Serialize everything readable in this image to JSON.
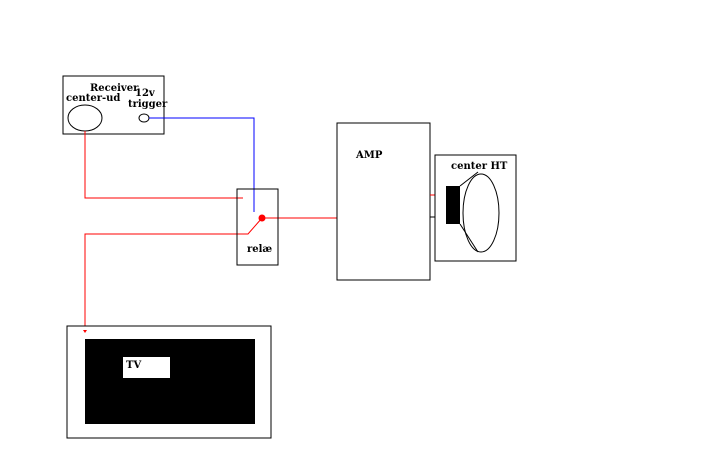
{
  "receiver": {
    "title": "Receiver",
    "center_out": "center-ud",
    "volt": "12v",
    "trigger": "trigger"
  },
  "relay": {
    "label": "relæ"
  },
  "amp": {
    "label": "AMP"
  },
  "speaker": {
    "label": "center HT"
  },
  "tv": {
    "label": "TV"
  },
  "colors": {
    "audio_wire": "#ff0000",
    "trigger_wire": "#0000ff",
    "junction": "#ff0000",
    "outline": "#000000"
  }
}
